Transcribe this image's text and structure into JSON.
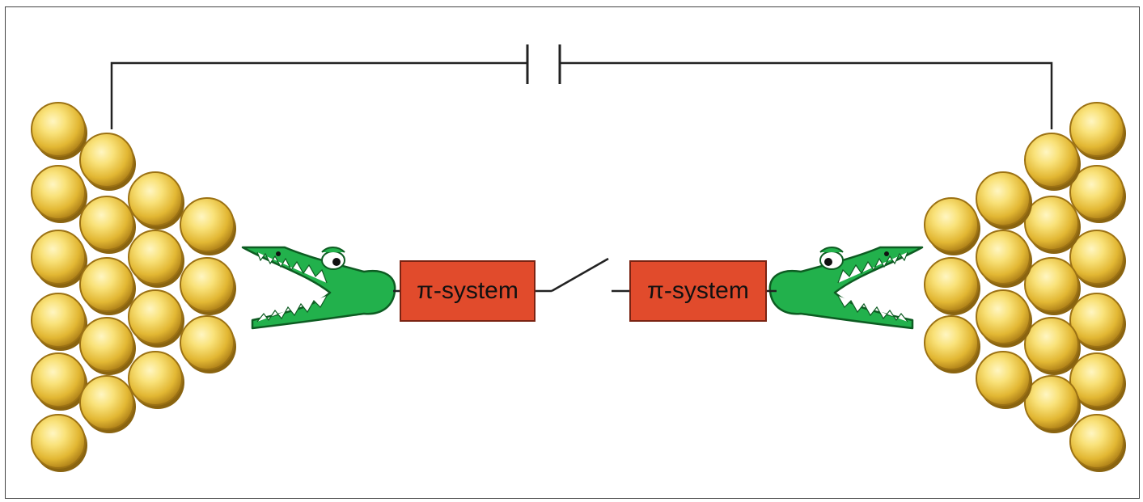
{
  "diagram": {
    "left_box_label": "π-system",
    "right_box_label": "π-system"
  },
  "colors": {
    "gold_light": "#f9e27a",
    "gold_mid": "#e2b733",
    "gold_dark": "#9c7214",
    "pi_box_fill": "#e14b2c",
    "gator_green": "#22b14c",
    "wire": "#222222"
  },
  "icons": {
    "left_gator": "alligator-clip-icon",
    "right_gator": "alligator-clip-icon",
    "capacitor": "capacitor-symbol",
    "switch": "open-switch-symbol"
  }
}
